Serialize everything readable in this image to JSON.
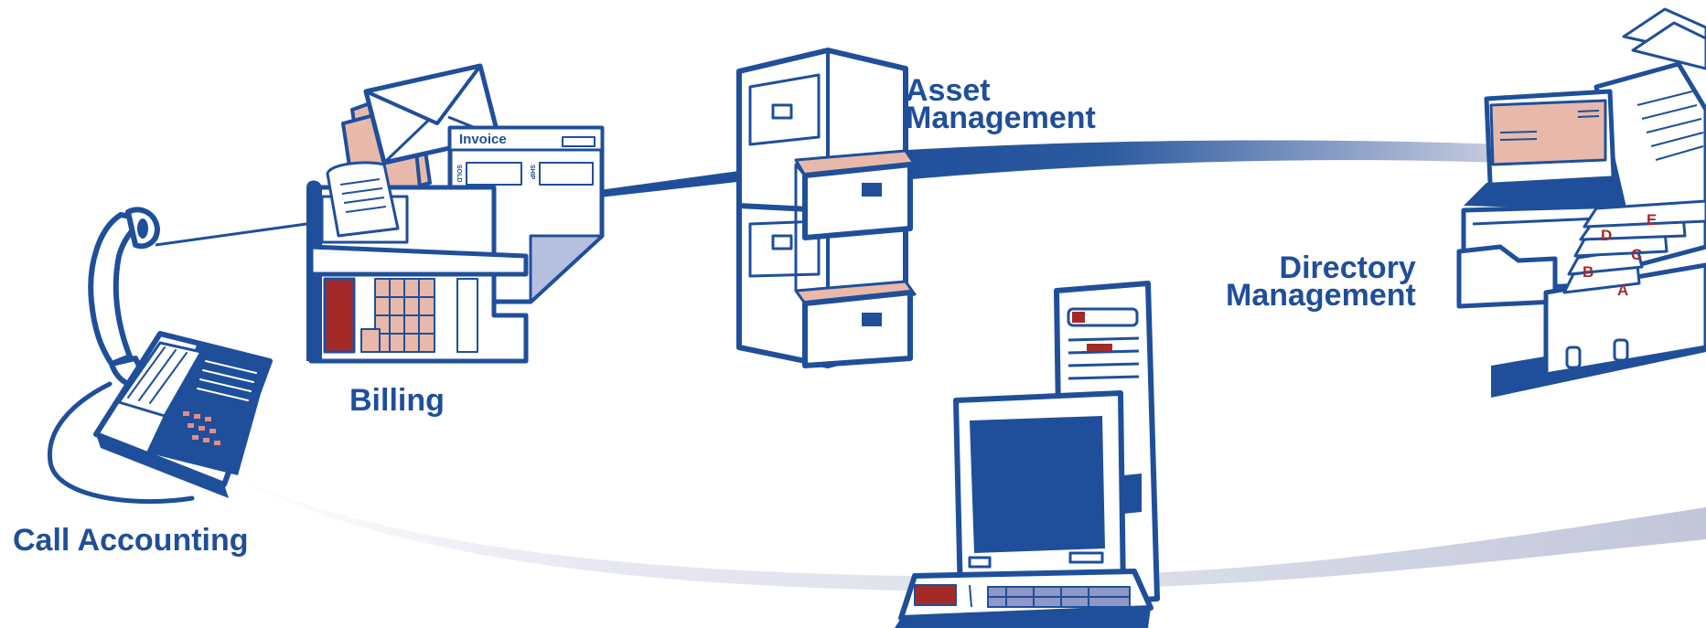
{
  "labels": {
    "call_accounting": "Call Accounting",
    "billing": "Billing",
    "asset_line1": "Asset",
    "asset_line2": "Management",
    "directory_line1": "Directory",
    "directory_line2": "Management"
  },
  "invoice": {
    "title": "Invoice",
    "sold": "SOLD",
    "ship": "SHIP"
  },
  "card_tabs": [
    "A",
    "B",
    "C",
    "D",
    "E"
  ],
  "colors": {
    "primary_blue": "#1f4f9a",
    "accent_red": "#a42a2a",
    "accent_pink": "#e8b9aa",
    "path_gradient_end": "#c8cce0"
  },
  "icons": {
    "telephone": "telephone-icon",
    "billing_machine": "billing-machine-icon",
    "filing_cabinet": "filing-cabinet-icon",
    "computer": "computer-icon",
    "rolodex": "card-file-icon"
  }
}
